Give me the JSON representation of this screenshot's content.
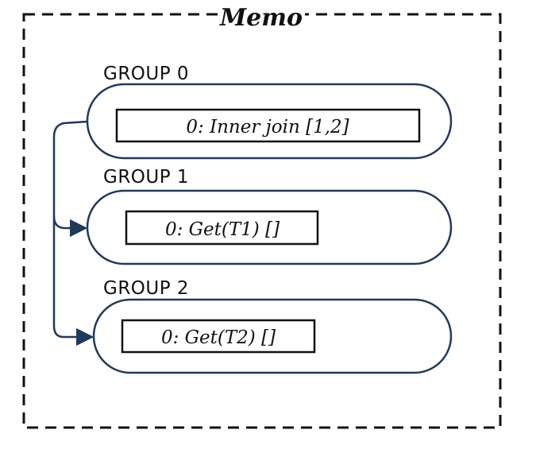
{
  "memo": {
    "title": "Memo"
  },
  "groups": [
    {
      "label": "GROUP 0",
      "expression": "0: Inner join [1,2]"
    },
    {
      "label": "GROUP 1",
      "expression": "0: Get(T1) []"
    },
    {
      "label": "GROUP 2",
      "expression": "0: Get(T2) []"
    }
  ],
  "colors": {
    "stroke": "#111111",
    "group_border": "#1f3a5a",
    "arrow": "#1f3a5a"
  }
}
